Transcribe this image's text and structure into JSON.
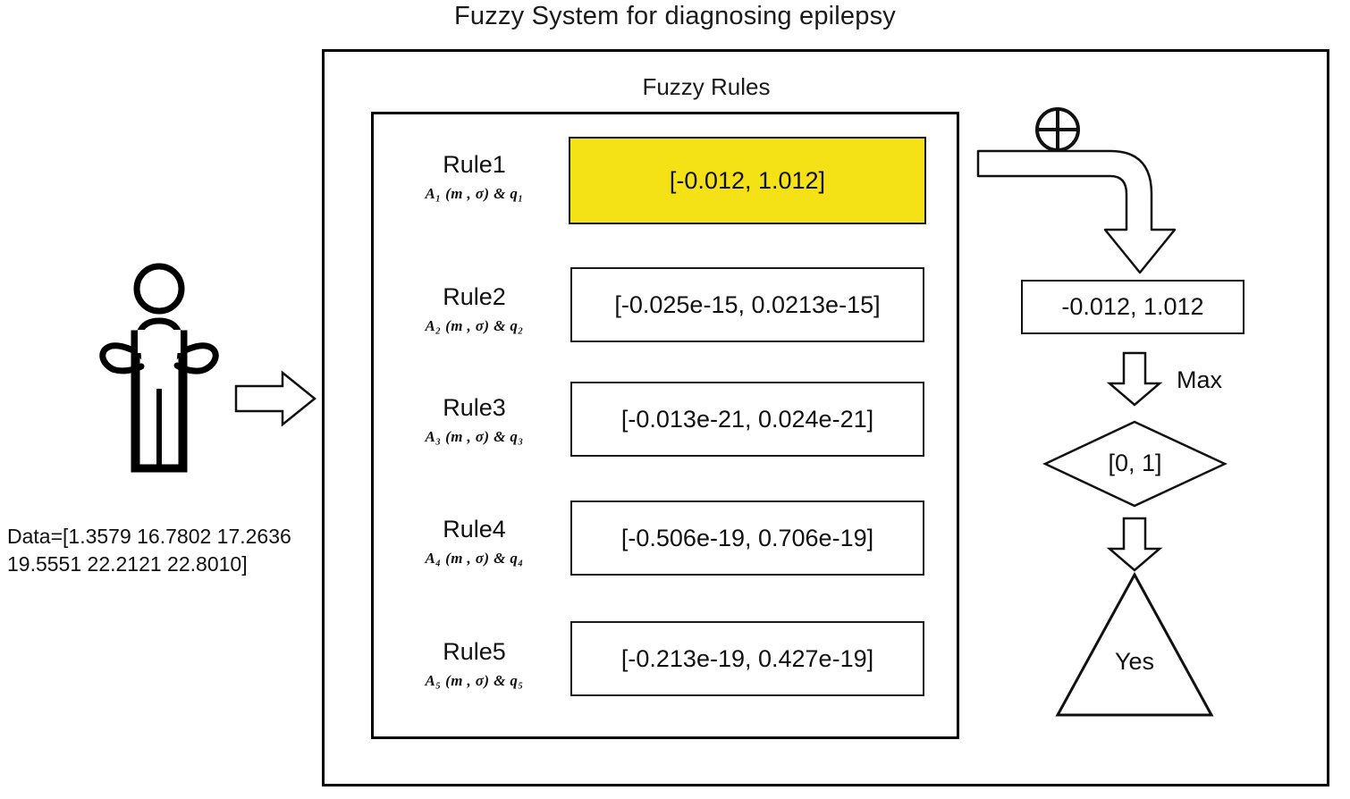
{
  "diagram": {
    "title": "Fuzzy System for diagnosing epilepsy",
    "input": {
      "person_icon": "person-icon",
      "input_arrow_icon": "right-arrow-icon",
      "data_text": "Data=[1.3579 16.7802 17.2636 19.5551 22.2121 22.8010]"
    },
    "rules_panel": {
      "label": "Fuzzy Rules",
      "rules": [
        {
          "name": "Rule1",
          "antecedent_A": "A",
          "antecedent_sub": "1",
          "antecedent_rest": " (m , σ) & q",
          "formula": "A₁ (m , σ) & q₁",
          "interval": "[-0.012,  1.012]",
          "highlighted": true
        },
        {
          "name": "Rule2",
          "formula": "A₂ (m , σ) & q₂",
          "interval": "[-0.025e-15,  0.0213e-15]",
          "highlighted": false
        },
        {
          "name": "Rule3",
          "formula": "A₃ (m , σ) & q₃",
          "interval": "[-0.013e-21,  0.024e-21]",
          "highlighted": false
        },
        {
          "name": "Rule4",
          "formula": "A₄ (m , σ) & q₄",
          "interval": "[-0.506e-19,  0.706e-19]",
          "highlighted": false
        },
        {
          "name": "Rule5",
          "formula": "A₅ (m , σ) & q₅",
          "interval": "[-0.213e-19,  0.427e-19]",
          "highlighted": false
        }
      ]
    },
    "aggregation": {
      "symbol_icon": "circled-plus-icon",
      "symbol": "⊕",
      "elbow_arrow_icon": "elbow-down-arrow-icon",
      "output_value": "-0.012,  1.012",
      "max_arrow_icon": "down-arrow-icon",
      "max_label": "Max",
      "decision_value": "[0,  1]",
      "output_arrow_icon": "down-arrow-icon",
      "result_label": "Yes"
    },
    "colors": {
      "highlight": "#F5E216",
      "stroke": "#111111",
      "background": "#FFFFFF"
    }
  }
}
